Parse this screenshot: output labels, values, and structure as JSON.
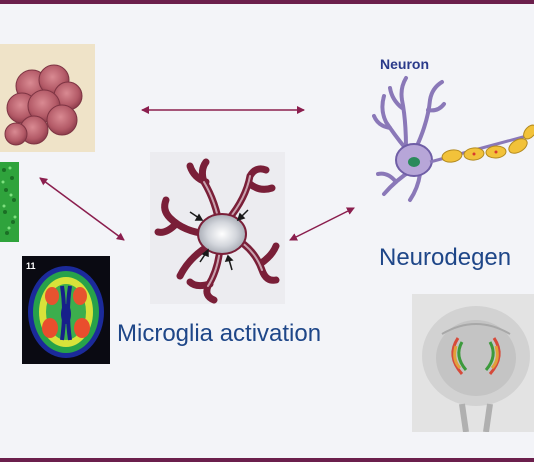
{
  "labels": {
    "neuron": "Neuron",
    "microglia": "Microglia activation",
    "neurodegeneration": "Neurodegen",
    "pet_slice_number": "11"
  },
  "colors": {
    "frame": "#6b1f4c",
    "background": "#f3f4f8",
    "arrow": "#8b1e4e",
    "text": "#1e4688",
    "neuron_body": "#b7a6d8",
    "axon_myelin": "#f2c23a",
    "microglia_body": "#d3d6dc",
    "microglia_process": "#7a1f38"
  },
  "icons": [
    "amyloid-plaque-image",
    "green-fluorescence-image",
    "pet-brain-scan-image",
    "microglia-cell-image",
    "neuron-illustration",
    "brain-3d-render-image"
  ]
}
